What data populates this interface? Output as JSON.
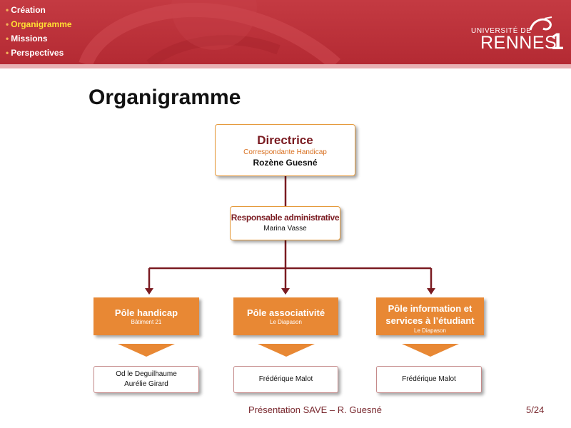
{
  "nav": {
    "items": [
      {
        "label": "Création",
        "active": false
      },
      {
        "label": "Organigramme",
        "active": true
      },
      {
        "label": "Missions",
        "active": false
      },
      {
        "label": "Perspectives",
        "active": false
      }
    ]
  },
  "logo": {
    "line1": "UNIVERSITÉ DE",
    "line2": "RENNES",
    "number": "1"
  },
  "slide_title": "Organigramme",
  "org": {
    "director": {
      "role": "Directrice",
      "subtitle": "Correspondante Handicap",
      "name": "Rozène Guesné"
    },
    "admin": {
      "role": "Responsable administrative",
      "name": "Marina Vasse"
    },
    "poles": [
      {
        "name": "Pôle handicap",
        "location": "Bâtiment 21",
        "people": [
          "Od le Deguilhaume",
          "Aurélie Girard"
        ]
      },
      {
        "name": "Pôle associativité",
        "location": "Le Diapason",
        "people": [
          "Frédérique Malot"
        ]
      },
      {
        "name": "Pôle information et services à l’étudiant",
        "location": "Le Diapason",
        "people": [
          "Frédérique Malot"
        ]
      }
    ]
  },
  "colors": {
    "header": "#b42a33",
    "active_nav": "#ffe033",
    "pole_fill": "#e88834",
    "connector": "#7a1b21"
  },
  "footer": {
    "presentation": "Présentation SAVE – R. Guesné",
    "page": "5/24"
  }
}
